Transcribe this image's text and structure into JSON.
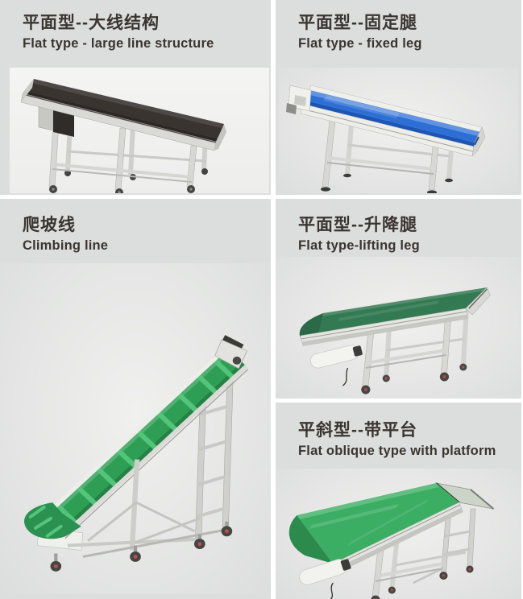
{
  "palette": {
    "page_background": "#ffffff",
    "card_background": "#dcdddd",
    "title_color": "#3a3531",
    "aluminum_frame": "#d6d7d3"
  },
  "products": [
    {
      "title_zh": "平面型--大线结构",
      "title_en": "Flat type - large line structure",
      "belt_color": "#3a3431",
      "illustration": "flat-belt-conveyor-black-large-line"
    },
    {
      "title_zh": "平面型--固定腿",
      "title_en": "Flat type - fixed leg",
      "belt_color": "#2e6fd6",
      "illustration": "flat-belt-conveyor-blue-fixed-leg"
    },
    {
      "title_zh": "爬坡线",
      "title_en": "Climbing line",
      "belt_color": "#2e9e55",
      "illustration": "climbing-cleated-belt-conveyor-green"
    },
    {
      "title_zh": "平面型--升降腿",
      "title_en": "Flat type-lifting leg",
      "belt_color": "#337a52",
      "illustration": "flat-belt-conveyor-green-lifting-leg"
    },
    {
      "title_zh": "平斜型--带平台",
      "title_en": "Flat oblique type with platform",
      "belt_color": "#3cae63",
      "illustration": "flat-oblique-conveyor-green-with-platform"
    }
  ]
}
